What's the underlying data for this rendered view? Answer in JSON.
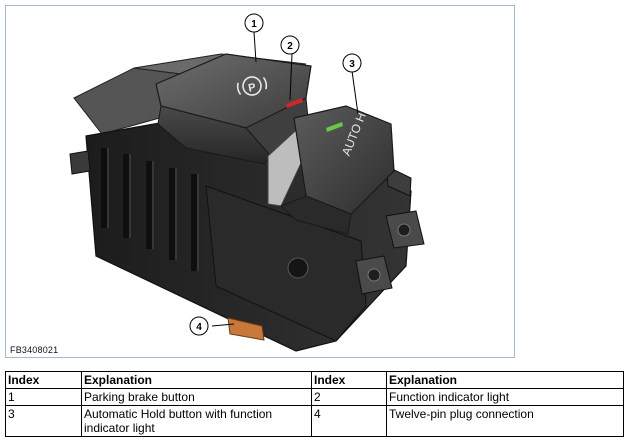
{
  "figure": {
    "id": "FB3408021",
    "callouts": [
      "1",
      "2",
      "3",
      "4"
    ],
    "button_label": "AUTO H",
    "parking_symbol": "P"
  },
  "table": {
    "headers": [
      "Index",
      "Explanation",
      "Index",
      "Explanation"
    ],
    "rows": [
      [
        "1",
        "Parking brake button",
        "2",
        "Function indicator light"
      ],
      [
        "3",
        "Automatic Hold button with function indicator light",
        "4",
        "Twelve-pin plug connection"
      ]
    ]
  }
}
